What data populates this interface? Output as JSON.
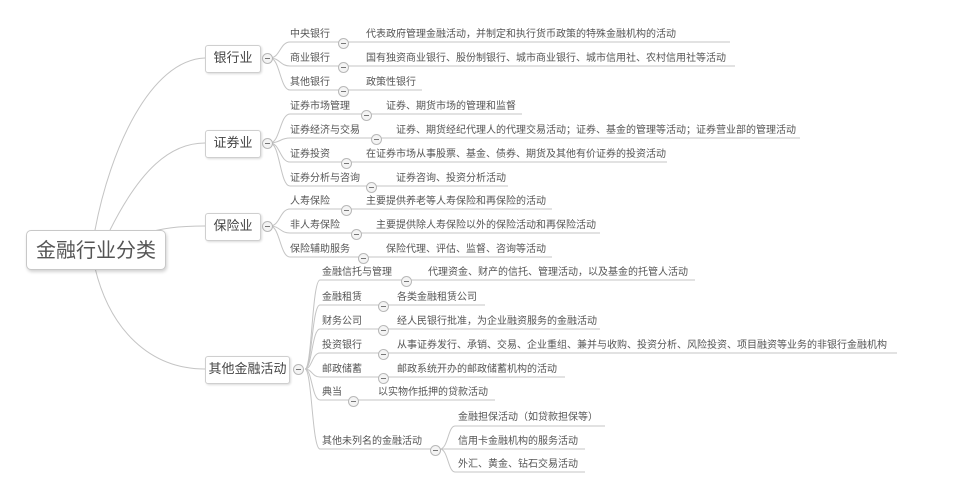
{
  "root": {
    "label": "金融行业分类"
  },
  "categories": [
    {
      "label": "银行业",
      "children": [
        {
          "label": "中央银行",
          "desc": "代表政府管理金融活动，并制定和执行货币政策的特殊金融机构的活动"
        },
        {
          "label": "商业银行",
          "desc": "国有独资商业银行、股份制银行、城市商业银行、城市信用社、农村信用社等活动"
        },
        {
          "label": "其他银行",
          "desc": "政策性银行"
        }
      ]
    },
    {
      "label": "证券业",
      "children": [
        {
          "label": "证券市场管理",
          "desc": "证券、期货市场的管理和监督"
        },
        {
          "label": "证券经济与交易",
          "desc": "证券、期货经纪代理人的代理交易活动；证券、基金的管理等活动；证券营业部的管理活动"
        },
        {
          "label": "证券投资",
          "desc": "在证券市场从事股票、基金、债券、期货及其他有价证券的投资活动"
        },
        {
          "label": "证券分析与咨询",
          "desc": "证券咨询、投资分析活动"
        }
      ]
    },
    {
      "label": "保险业",
      "children": [
        {
          "label": "人寿保险",
          "desc": "主要提供养老等人寿保险和再保险的活动"
        },
        {
          "label": "非人寿保险",
          "desc": "主要提供除人寿保险以外的保险活动和再保险活动"
        },
        {
          "label": "保险辅助服务",
          "desc": "保险代理、评估、监督、咨询等活动"
        }
      ]
    },
    {
      "label": "其他金融活动",
      "children": [
        {
          "label": "金融信托与管理",
          "desc": "代理资金、财产的信托、管理活动，以及基金的托管人活动"
        },
        {
          "label": "金融租赁",
          "desc": "各类金融租赁公司"
        },
        {
          "label": "财务公司",
          "desc": "经人民银行批准，为企业融资服务的金融活动"
        },
        {
          "label": "投资银行",
          "desc": "从事证券发行、承销、交易、企业重组、兼并与收购、投资分析、风险投资、项目融资等业务的非银行金融机构"
        },
        {
          "label": "邮政储蓄",
          "desc": "邮政系统开办的邮政储蓄机构的活动"
        },
        {
          "label": "典当",
          "desc": "以实物作抵押的贷款活动"
        },
        {
          "label": "其他未列名的金融活动",
          "items": [
            "金融担保活动（如贷款担保等）",
            "信用卡金融机构的服务活动",
            "外汇、黄金、钻石交易活动"
          ]
        }
      ]
    }
  ],
  "colors": {
    "line": "#c4c4c4",
    "text": "#555555",
    "node_border": "#cfcfcf"
  }
}
